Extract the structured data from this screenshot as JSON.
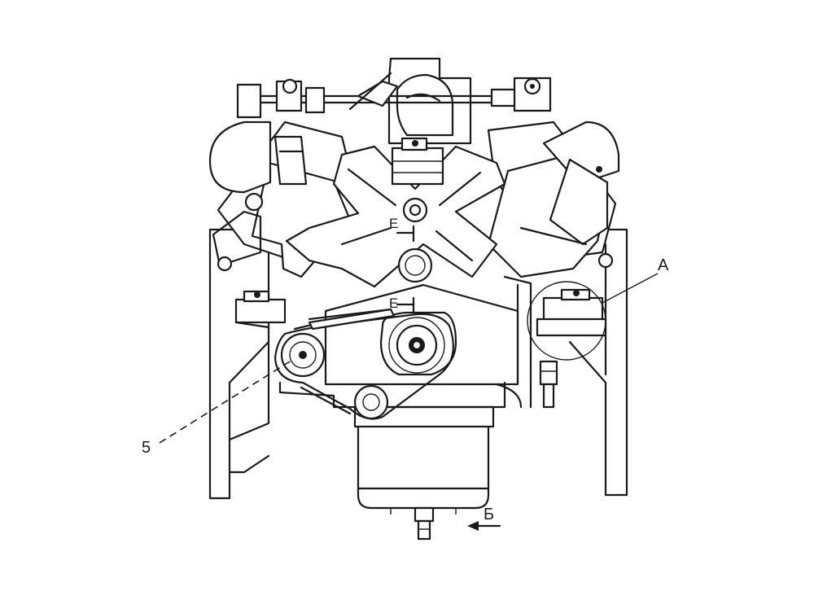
{
  "callouts": {
    "label_5": "5",
    "label_a": "A",
    "label_b": "Б",
    "section_e_upper": "Е",
    "section_e_lower": "Е"
  }
}
